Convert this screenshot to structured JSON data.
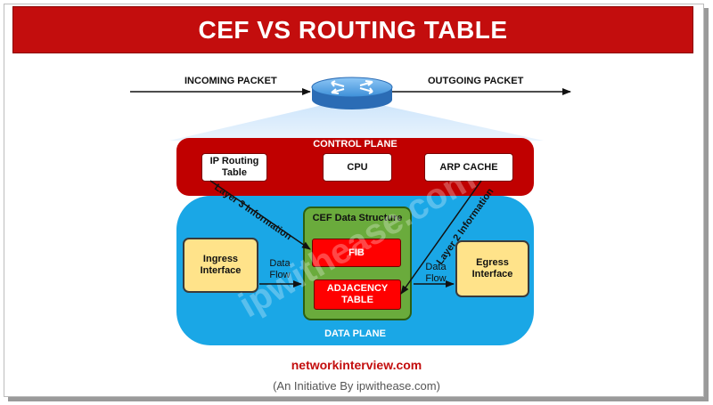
{
  "title": "CEF VS ROUTING TABLE",
  "packet_flow": {
    "incoming": "INCOMING PACKET",
    "outgoing": "OUTGOING PACKET"
  },
  "control_plane": {
    "label": "CONTROL PLANE",
    "ip_routing_table": "IP Routing Table",
    "cpu": "CPU",
    "arp_cache": "ARP CACHE"
  },
  "data_plane": {
    "label": "DATA PLANE",
    "cef_structure": "CEF Data Structure",
    "fib": "FIB",
    "adjacency_table": "ADJACENCY TABLE",
    "ingress_interface": "Ingress Interface",
    "egress_interface": "Egress Interface",
    "data_flow_left": "Data Flow",
    "data_flow_right": "Data Flow"
  },
  "arrows": {
    "layer3": "Layer 3 Information",
    "layer2": "Layer 2 Information"
  },
  "footer": {
    "site": "networkinterview.com",
    "initiative": "(An Initiative By ipwithease.com)"
  },
  "watermark": "ipwithease.com",
  "colors": {
    "title_bar": "#c30d0d",
    "control_plane": "#c00000",
    "data_plane": "#1aa7e6",
    "cef_box": "#6aab3c",
    "fib_box": "#ff0000",
    "interface_box": "#ffe38a"
  }
}
